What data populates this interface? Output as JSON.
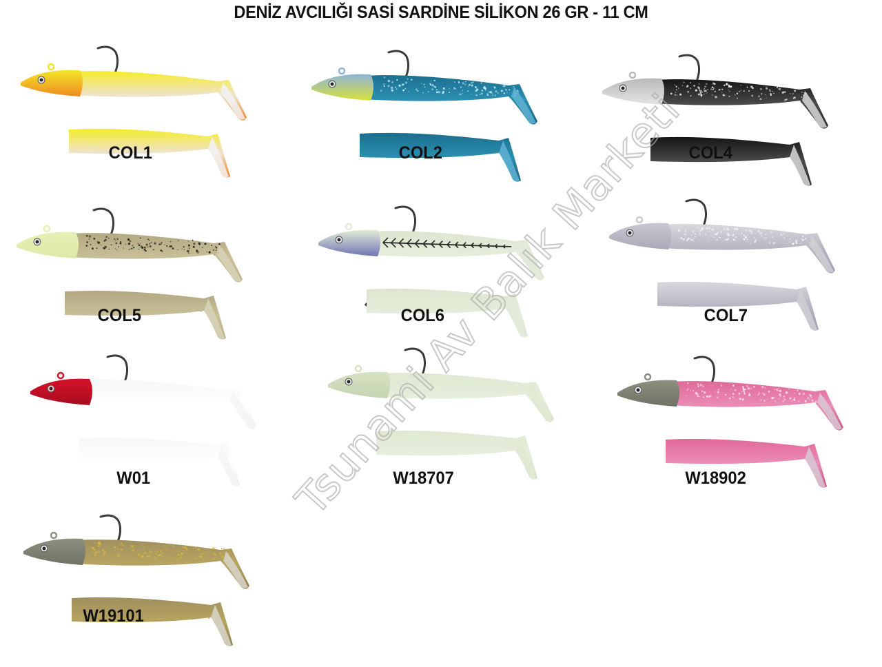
{
  "title": "DENİZ AVCILIĞI SASİ SARDİNE SİLİKON 26 GR - 11 CM",
  "watermark": "Tsunami Av Balık Marketi",
  "products": [
    {
      "code": "COL1",
      "head": "#f2e62a",
      "head_belly": "#f08a20",
      "body_top": "#f4ec2a",
      "body_mid": "#efe3cf",
      "body_bottom": "#f07d1e",
      "tail": "#f2f2f4",
      "glitter": "none",
      "head_type": "match"
    },
    {
      "code": "COL2",
      "head": "#8fb4d8",
      "head_belly": "#d6e03a",
      "body_top": "#1c6e8e",
      "body_mid": "#2a8fb0",
      "body_bottom": "#1a5f7c",
      "tail": "#5fb3d4",
      "glitter": "#c8ecff",
      "head_type": "lightblue"
    },
    {
      "code": "COL4",
      "head": "#b9b9bb",
      "head_belly": "#e4e4e6",
      "body_top": "#151515",
      "body_mid": "#4a4a4a",
      "body_bottom": "#2b2b2b",
      "tail": "#d8d8d8",
      "glitter": "#e8e8e8",
      "head_type": "silver"
    },
    {
      "code": "COL5",
      "head": "#e8efb4",
      "head_belly": "#dfe8a8",
      "body_top": "#b2a882",
      "body_mid": "#c8bf98",
      "body_bottom": "#bdb48e",
      "tail": "#d8d4b8",
      "glitter": "#2b2a20",
      "head_type": "glow"
    },
    {
      "code": "COL6",
      "head": "#e3ecd6",
      "head_belly": "#6f74b4",
      "body_top": "#dde6d0",
      "body_mid": "#e6ecdb",
      "body_bottom": "#dfe7d3",
      "tail": "#e4ead9",
      "glitter": "skeleton",
      "head_type": "glow"
    },
    {
      "code": "COL7",
      "head": "#c9c9d2",
      "head_belly": "#a8a8b8",
      "body_top": "#d8d8dc",
      "body_mid": "#b6b6c2",
      "body_bottom": "#9c9cae",
      "tail": "#cfcfd4",
      "glitter": "#f2f2f8",
      "head_type": "silver"
    },
    {
      "code": "W01",
      "head": "#d4122a",
      "head_belly": "#a80c1e",
      "body_top": "#f7f7f9",
      "body_mid": "#ffffff",
      "body_bottom": "#eeeef2",
      "tail": "#f4f4f6",
      "glitter": "none",
      "head_type": "red"
    },
    {
      "code": "W18707",
      "head": "#d6e2c4",
      "head_belly": "#c6d4b2",
      "body_top": "#dfe8d2",
      "body_mid": "#e6eedc",
      "body_bottom": "#d8e2c8",
      "tail": "#e0e8d4",
      "glitter": "none",
      "head_type": "glow"
    },
    {
      "code": "W18902",
      "head": "#8d9080",
      "head_belly": "#6f7264",
      "body_top": "#e06a98",
      "body_mid": "#ea8cb4",
      "body_bottom": "#c85080",
      "tail": "#d8c8d4",
      "glitter": "#ffe0ee",
      "head_type": "olive"
    },
    {
      "code": "W19101",
      "head": "#8d9080",
      "head_belly": "#6f7264",
      "body_top": "#a09060",
      "body_mid": "#b8a460",
      "body_bottom": "#8f7e4c",
      "tail": "#d8d6cc",
      "glitter": "#d9b83a",
      "head_type": "olive"
    }
  ]
}
